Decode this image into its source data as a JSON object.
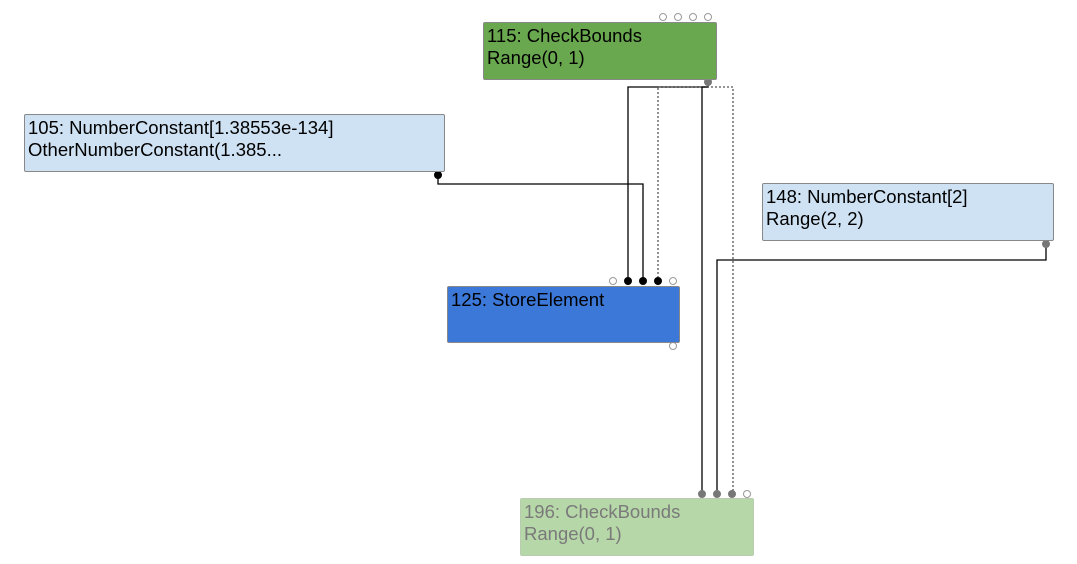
{
  "colors": {
    "node_115_fill": "#6aa84f",
    "node_105_fill": "#cfe2f3",
    "node_148_fill": "#cfe2f3",
    "node_125_fill": "#3c78d8",
    "node_196_fill": "#b6d7a8",
    "node_196_text": "#7a7a7a",
    "edge": "#000000",
    "edge_dotted": "#555555",
    "port_filled": "#000000",
    "port_grey": "#777777",
    "port_empty": "#ffffff"
  },
  "nodes": [
    {
      "id": "115",
      "label": "115: CheckBounds",
      "sublabel": "Range(0, 1)"
    },
    {
      "id": "105",
      "label": "105: NumberConstant[1.38553e-134]",
      "sublabel": "OtherNumberConstant(1.385..."
    },
    {
      "id": "148",
      "label": "148: NumberConstant[2]",
      "sublabel": "Range(2, 2)"
    },
    {
      "id": "125",
      "label": "125: StoreElement",
      "sublabel": ""
    },
    {
      "id": "196",
      "label": "196: CheckBounds",
      "sublabel": "Range(0, 1)"
    }
  ],
  "edges": [
    {
      "from": "115",
      "to": "125",
      "style": "solid"
    },
    {
      "from": "115",
      "to": "125",
      "style": "dotted"
    },
    {
      "from": "105",
      "to": "125",
      "style": "solid"
    },
    {
      "from": "115",
      "to": "196",
      "style": "solid"
    },
    {
      "from": "148",
      "to": "196",
      "style": "solid"
    },
    {
      "from": "115",
      "to": "196",
      "style": "dotted"
    }
  ]
}
